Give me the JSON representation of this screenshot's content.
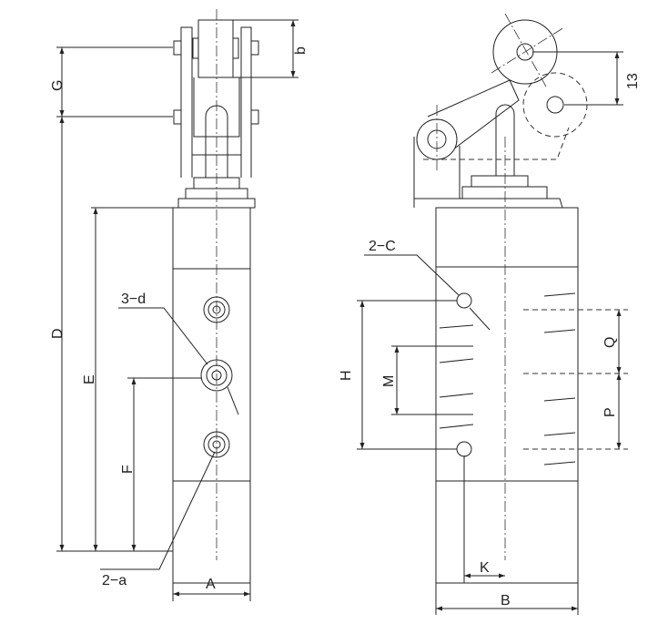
{
  "labels": {
    "G": "G",
    "b": "b",
    "D": "D",
    "E": "E",
    "F": "F",
    "port_d": "3−d",
    "hole_a": "2−a",
    "A": "A",
    "hole_c": "2−C",
    "H": "H",
    "M": "M",
    "K": "K",
    "B": "B",
    "Q": "Q",
    "P": "P",
    "stroke": "13"
  }
}
